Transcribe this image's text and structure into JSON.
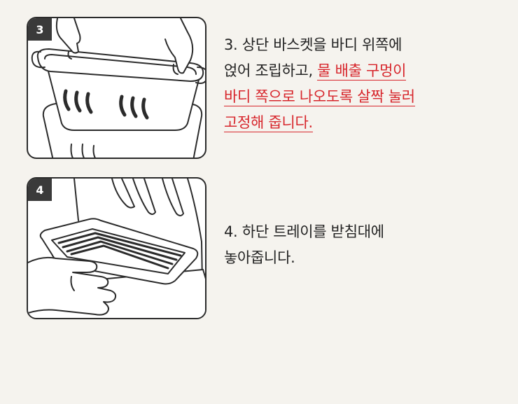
{
  "steps": [
    {
      "badge": "3",
      "lines": [
        {
          "plain": "3. 상단 바스켓을 바디 위쪽에",
          "highlight": ""
        },
        {
          "plain": "얹어 조립하고, ",
          "highlight": "물 배출 구멍이"
        },
        {
          "plain": "",
          "highlight": "바디 쪽으로 나오도록 살짝 눌러"
        },
        {
          "plain": "",
          "highlight": "고정해 줍니다."
        }
      ]
    },
    {
      "badge": "4",
      "lines": [
        {
          "plain": "4. 하단 트레이를 받침대에",
          "highlight": ""
        },
        {
          "plain": "놓아줍니다.",
          "highlight": ""
        }
      ]
    }
  ],
  "colors": {
    "background": "#f5f3ee",
    "highlight": "#d7252b",
    "badge": "#3a3a3a",
    "frame": "#2b2b2b"
  }
}
